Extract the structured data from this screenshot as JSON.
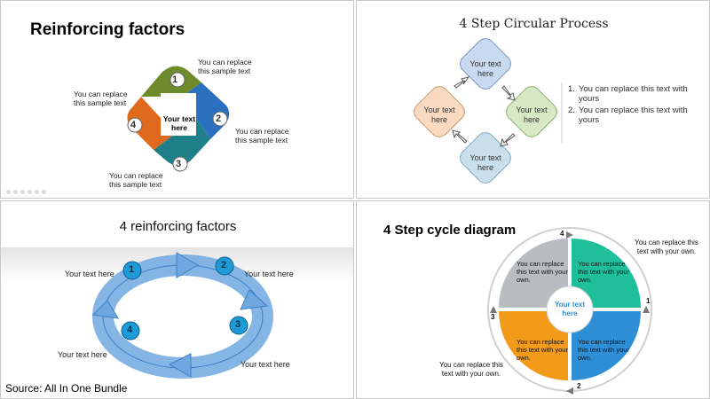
{
  "panel1": {
    "title": "Reinforcing factors",
    "center": "Your text here",
    "labels": [
      "You can replace this sample text",
      "You can replace this sample text",
      "You can replace this sample text",
      "You can replace this sample text"
    ],
    "numbers": [
      "1",
      "2",
      "3",
      "4"
    ],
    "colors": {
      "one": "#6e8b2c",
      "two": "#2b6fbf",
      "three": "#1f7f88",
      "four": "#e06a1b"
    }
  },
  "panel2": {
    "title": "4 Step Circular Process",
    "boxes": [
      "Your text here",
      "Your text here",
      "Your text here",
      "Your text here"
    ],
    "list": [
      {
        "num": "1.",
        "text": "You can replace this text with yours"
      },
      {
        "num": "2.",
        "text": "You can replace this text with yours"
      }
    ],
    "colors": {
      "top": "#c9d9ef",
      "left": "#f9d9bf",
      "right": "#d6e8c4",
      "bottom": "#c9e0ec"
    }
  },
  "panel3": {
    "title": "4 reinforcing factors",
    "labels": [
      "Your text here",
      "Your text here",
      "Your text here",
      "Your text here"
    ],
    "numbers": [
      "1",
      "2",
      "3",
      "4"
    ],
    "source": "Source: All In One Bundle",
    "colors": {
      "arrow": "#6fa8e0",
      "ball": "#1e9ad6"
    }
  },
  "panel4": {
    "title": "4 Step cycle diagram",
    "center": "Your text here",
    "quadrant_text": "You can replace this text with your own.",
    "outer_text": "You can replace this text with your own.",
    "numbers": [
      "1",
      "2",
      "3",
      "4"
    ],
    "colors": {
      "q1": "#1fbf9b",
      "q2": "#2f8fd6",
      "q3": "#f29a1a",
      "q4": "#b9bdc2",
      "center_text": "#2f8fd6"
    }
  }
}
